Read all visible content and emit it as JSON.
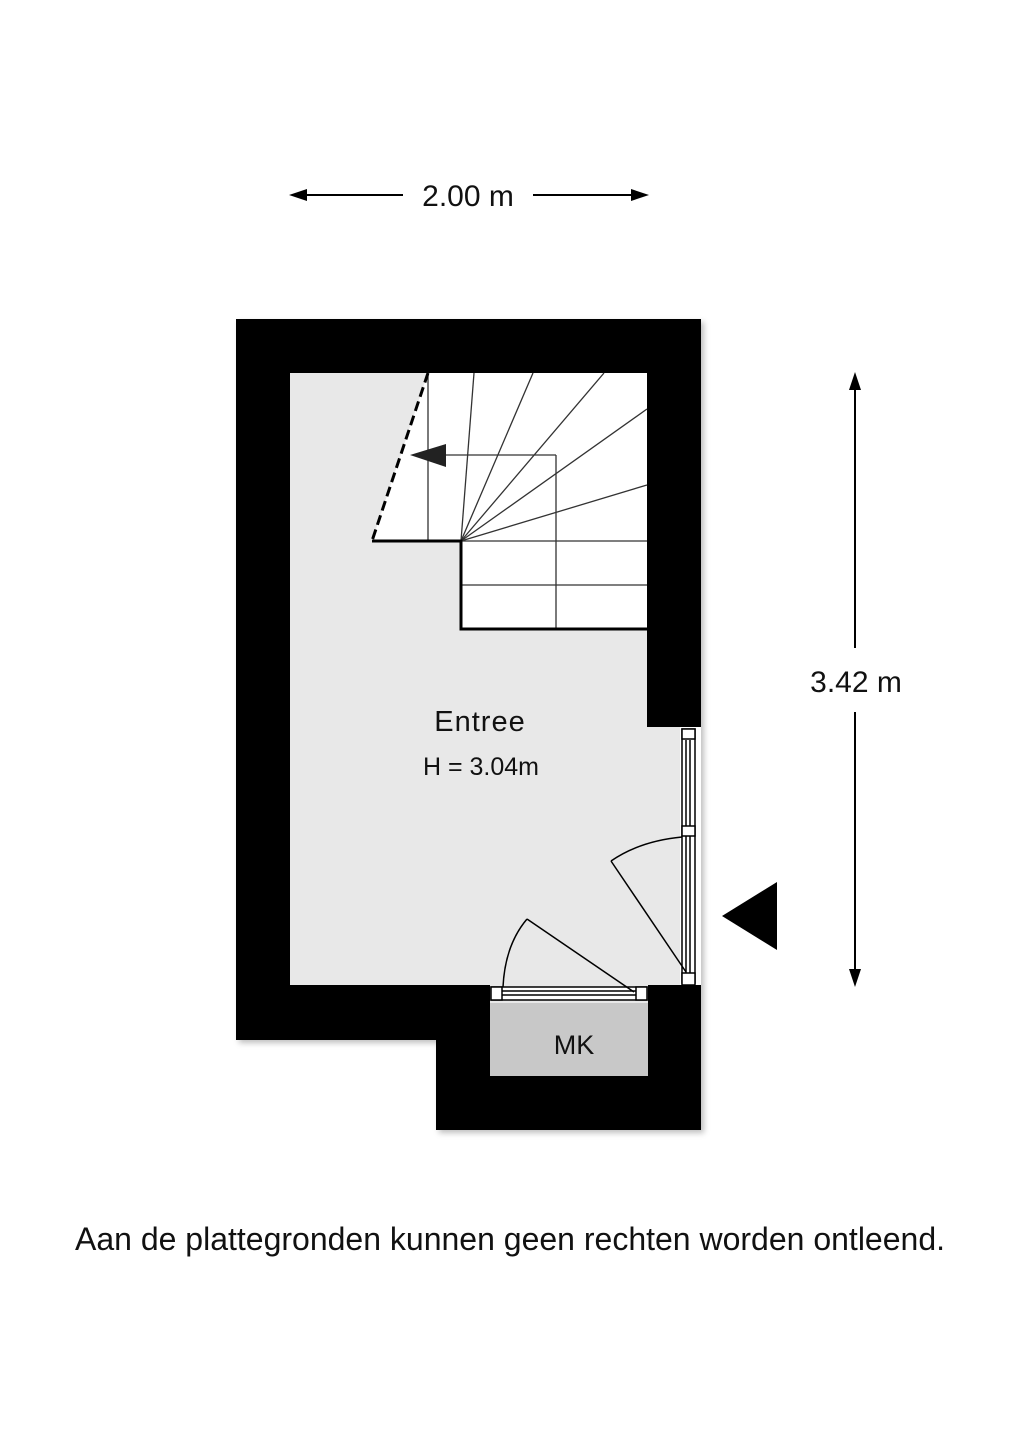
{
  "dimensions": {
    "width_label": "2.00 m",
    "height_label": "3.42 m"
  },
  "rooms": [
    {
      "name": "Entree",
      "height": "H = 3.04m"
    },
    {
      "name": "MK"
    }
  ],
  "disclaimer": "Aan de plattegronden kunnen geen rechten worden ontleend.",
  "colors": {
    "wall": "#000000",
    "floor": "#e8e8e8",
    "closet": "#c8c8c8",
    "stairs": "#ffffff"
  }
}
